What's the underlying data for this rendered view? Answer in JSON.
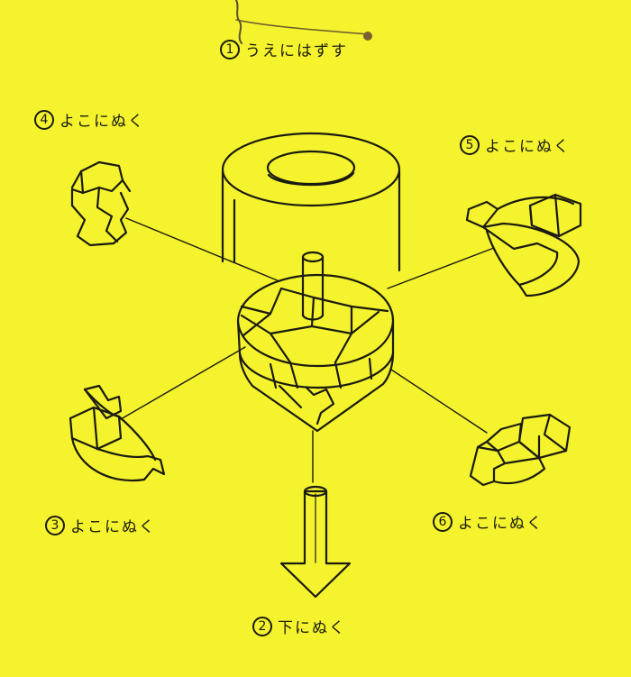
{
  "steps": [
    {
      "number": "1",
      "text": "うえにはずす"
    },
    {
      "number": "2",
      "text": "下にぬく"
    },
    {
      "number": "3",
      "text": "よこにぬく"
    },
    {
      "number": "4",
      "text": "よこにぬく"
    },
    {
      "number": "5",
      "text": "よこにぬく"
    },
    {
      "number": "6",
      "text": "よこにぬく"
    }
  ],
  "colors": {
    "paper": "#f4f32e",
    "ink": "#1a1a10"
  }
}
